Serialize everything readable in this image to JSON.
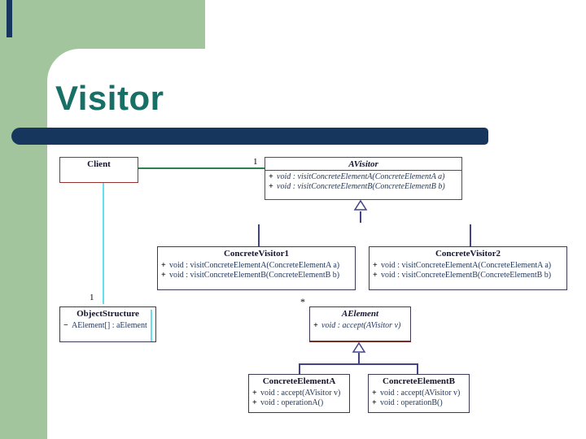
{
  "slide": {
    "title": "Visitor"
  },
  "colors": {
    "green": "#a2c59e",
    "navy": "#17365d",
    "teal": "#176f66",
    "red": "#97302e",
    "slate": "#3b3b55",
    "purple": "#434385",
    "linegreen": "#2f8050",
    "cyan": "#63dff0"
  },
  "diagram": {
    "classes": {
      "client": {
        "title": "Client",
        "members": []
      },
      "avisitor": {
        "title": "AVisitor",
        "members": [
          {
            "sign": "+",
            "text": "void : visitConcreteElementA(ConcreteElementA a)"
          },
          {
            "sign": "+",
            "text": "void : visitConcreteElementB(ConcreteElementB b)"
          }
        ]
      },
      "concrete_visitor1": {
        "title": "ConcreteVisitor1",
        "members": [
          {
            "sign": "+",
            "text": "void : visitConcreteElementA(ConcreteElementA a)"
          },
          {
            "sign": "+",
            "text": "void : visitConcreteElementB(ConcreteElementB b)"
          }
        ]
      },
      "concrete_visitor2": {
        "title": "ConcreteVisitor2",
        "members": [
          {
            "sign": "+",
            "text": "void : visitConcreteElementA(ConcreteElementA a)"
          },
          {
            "sign": "+",
            "text": "void : visitConcreteElementB(ConcreteElementB b)"
          }
        ]
      },
      "object_structure": {
        "title": "ObjectStructure",
        "members": [
          {
            "sign": "−",
            "text": "AElement[] : aElement"
          }
        ]
      },
      "aelement": {
        "title": "AElement",
        "members": [
          {
            "sign": "+",
            "text": "void : accept(AVisitor v)"
          }
        ]
      },
      "concrete_element_a": {
        "title": "ConcreteElementA",
        "members": [
          {
            "sign": "+",
            "text": "void : accept(AVisitor v)"
          },
          {
            "sign": "+",
            "text": "void : operationA()"
          }
        ]
      },
      "concrete_element_b": {
        "title": "ConcreteElementB",
        "members": [
          {
            "sign": "+",
            "text": "void : accept(AVisitor v)"
          },
          {
            "sign": "+",
            "text": "void : operationB()"
          }
        ]
      }
    },
    "labels": {
      "client_avisitor_multiplicity": "1",
      "client_objectstructure_multiplicity": "1",
      "objectstructure_aelement_multiplicity": "*"
    }
  }
}
